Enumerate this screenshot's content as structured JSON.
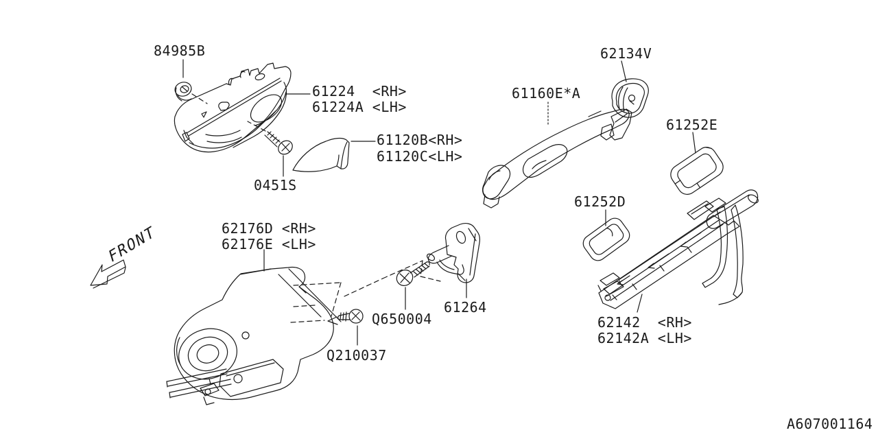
{
  "diagram": {
    "code": "A607001164",
    "front": "FRONT"
  },
  "labels": {
    "p84985B": "84985B",
    "p61224_rh": "61224  <RH>",
    "p61224_lh": "61224A <LH>",
    "p61120_rh": "61120B<RH>",
    "p61120_lh": "61120C<LH>",
    "p0451S": "0451S",
    "p62134V": "62134V",
    "p61160": "61160E*A",
    "p61252E": "61252E",
    "p61252D": "61252D",
    "p62176_rh": "62176D <RH>",
    "p62176_lh": "62176E <LH>",
    "pQ650004": "Q650004",
    "p61264": "61264",
    "pQ210037": "Q210037",
    "p62142_rh": "62142  <RH>",
    "p62142_lh": "62142A <LH>"
  },
  "colors": {
    "line": "#1a1a1a",
    "background": "#ffffff"
  }
}
